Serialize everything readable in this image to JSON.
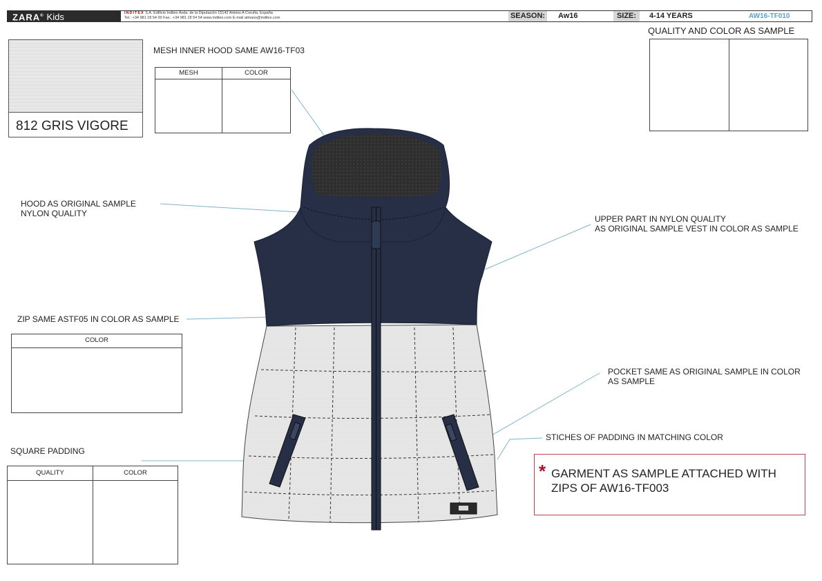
{
  "header": {
    "logo": "ZARA",
    "logo_mark": "®",
    "sub_brand": "Kids",
    "company_brand": "INDITEX",
    "company_line1": " S.A. Edificio Inditex Avda. de la Diputación 15142 Arteixo A Coruña, España",
    "company_line2": "Tel.: +34 981 18 54 00 Fax.: +34 981 18 54 54 www.inditex.com E-mail atmaos@inditex.com",
    "season_label": "SEASON:",
    "season_value": "Aw16",
    "size_label": "SIZE:",
    "size_value": "4-14 YEARS",
    "reference": "AW16-TF010"
  },
  "swatch": {
    "label": "812 GRIS VIGORE"
  },
  "annotations": {
    "mesh": "MESH INNER HOOD SAME AW16-TF03",
    "quality_color": "QUALITY AND COLOR AS SAMPLE",
    "hood_line1": "HOOD AS ORIGINAL SAMPLE",
    "hood_line2": "NYLON QUALITY",
    "upper_line1": "UPPER PART IN NYLON QUALITY",
    "upper_line2": "AS ORIGINAL SAMPLE VEST IN COLOR AS SAMPLE",
    "zip": "ZIP  SAME ASTF05 IN COLOR AS SAMPLE",
    "pocket_line1": "POCKET SAME AS ORIGINAL SAMPLE IN COLOR",
    "pocket_line2": "AS SAMPLE",
    "stitches": "STICHES OF PADDING IN MATCHING COLOR",
    "padding": "SQUARE PADDING"
  },
  "tables": {
    "mesh_col1": "MESH",
    "mesh_col2": "COLOR",
    "zip_col": "COLOR",
    "padding_col1": "QUALITY",
    "padding_col2": "COLOR"
  },
  "warning": {
    "star": "*",
    "line1": "GARMENT AS SAMPLE ATTACHED WITH",
    "line2": "ZIPS OF AW16-TF003"
  },
  "colors": {
    "navy": "#262f45",
    "light_grey": "#e6e6e6",
    "mesh_dark": "#2e2e2e",
    "leader_line": "#7fb3cc",
    "warning_border": "#c04050",
    "star_red": "#b0102a"
  }
}
